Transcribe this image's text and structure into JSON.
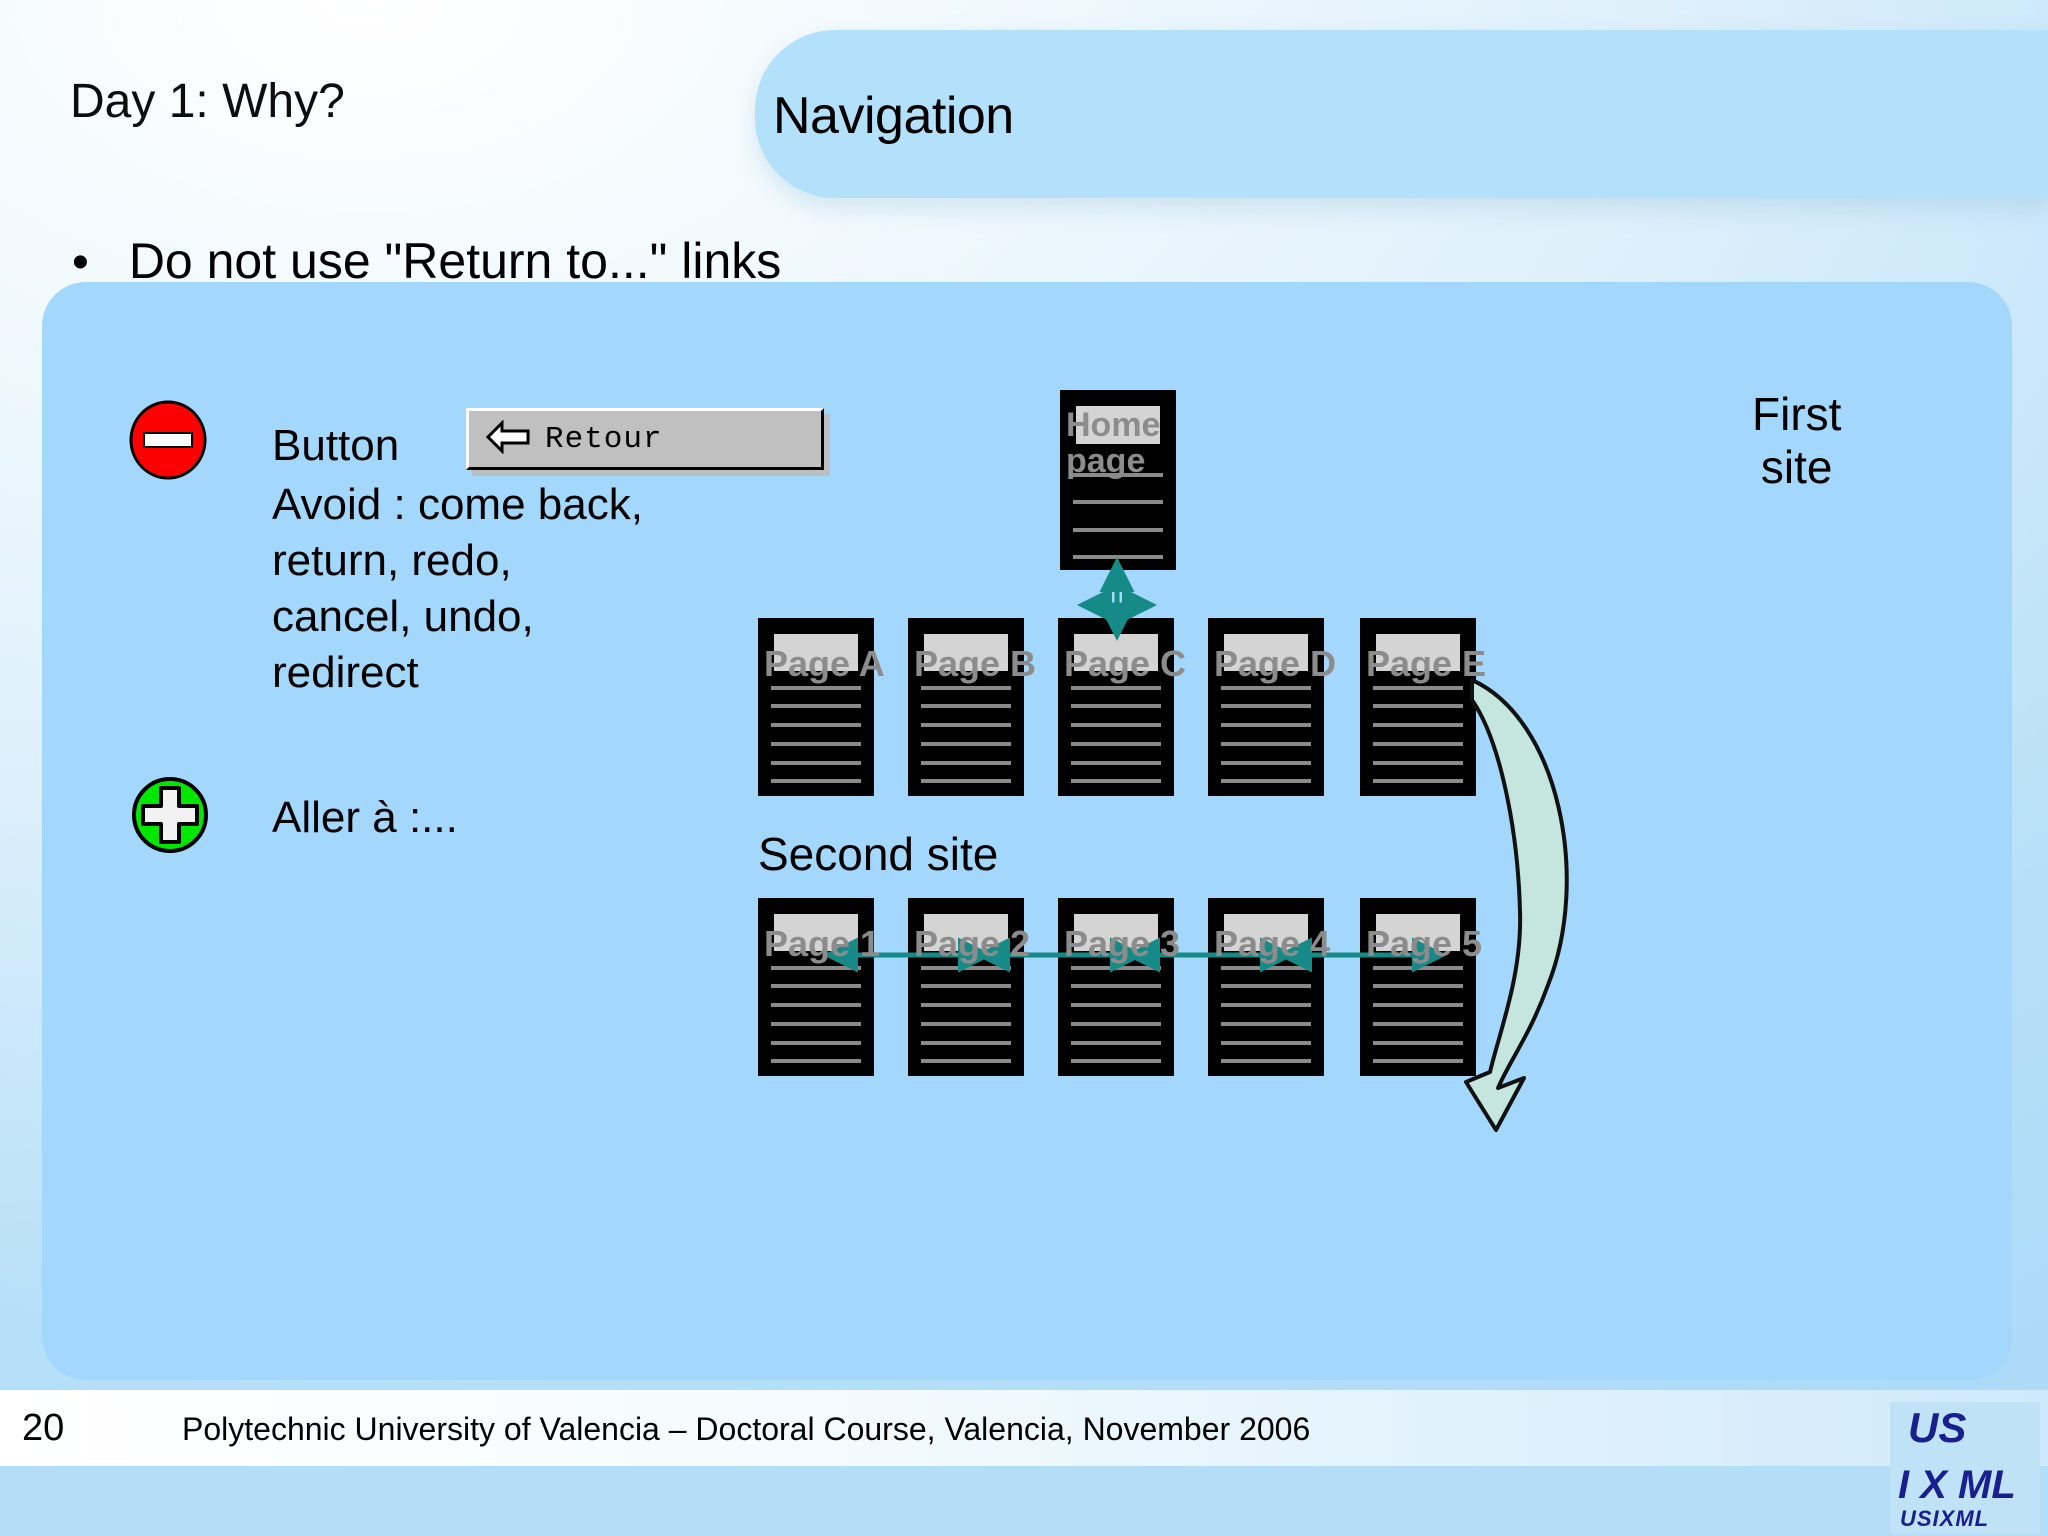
{
  "slide": {
    "deck_title": "Day 1: Why?",
    "section_title": "Navigation",
    "page_number": "20",
    "footer_text": "Polytechnic University of Valencia – Doctoral Course, Valencia, November 2006"
  },
  "bullet": {
    "marker": "•",
    "text": "Do not use \"Return to...\"  links"
  },
  "guidance": {
    "avoid": {
      "badge_icon": "no-entry-icon",
      "badge_color": "#ff0000",
      "label": "Button",
      "detail": "Avoid : come back,\nreturn, redo,\ncancel, undo,\nredirect"
    },
    "prefer": {
      "badge_icon": "green-plus-icon",
      "badge_color": "#00e800",
      "label": "Aller à :..."
    }
  },
  "widget": {
    "type": "windows-push-button",
    "icon": "back-arrow-icon",
    "label": "Retour"
  },
  "diagram": {
    "first_site_label": "First\nsite",
    "second_site_label": "Second site",
    "home": {
      "label": "Home\npage"
    },
    "first_site_pages": [
      "Page A",
      "Page B",
      "Page C",
      "Page D",
      "Page E"
    ],
    "second_site_pages": [
      "Page 1",
      "Page 2",
      "Page 3",
      "Page 4",
      "Page 5"
    ],
    "arrow_color": "#158a86",
    "cross_site_arrow_fill": "#c5e6df",
    "page_fill": "#000000",
    "page_header_fill": "#d4d4d4",
    "page_label_color": "#8c8c8c"
  },
  "branding": {
    "logo_text": "USIXML",
    "logo_letters_top": "US",
    "logo_letters_bottom": "I X ML",
    "logo_color": "#1a1f8e"
  },
  "theme": {
    "panel_blue": "#a3d7fb",
    "title_pill_blue": "#b3e1fb",
    "bottom_strip_blue": "#b4ddf7"
  }
}
